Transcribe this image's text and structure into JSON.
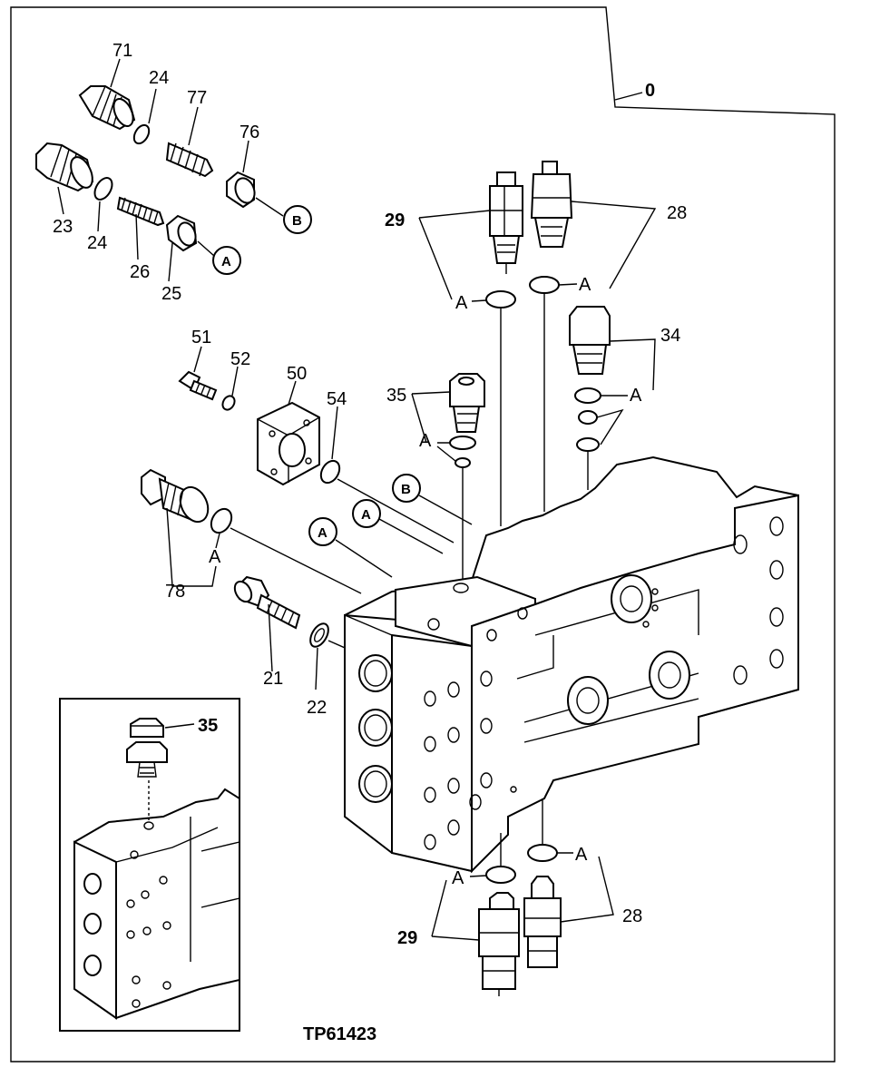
{
  "diagram": {
    "frame_label": "0",
    "figure_code": "TP61423",
    "seal_marker_label": "A",
    "callouts": {
      "p71": "71",
      "p24_top": "24",
      "p77": "77",
      "p76": "76",
      "p23": "23",
      "p24_low": "24",
      "p26": "26",
      "p25": "25",
      "p29_top": "29",
      "p28_top": "28",
      "p34": "34",
      "p51": "51",
      "p52": "52",
      "p50": "50",
      "p54": "54",
      "p35": "35",
      "p78": "78",
      "p21": "21",
      "p22": "22",
      "p29_bot": "29",
      "p28_bot": "28",
      "p35_inset": "35"
    },
    "circle_refs": {
      "ref_a1": "A",
      "ref_b1": "B",
      "ref_a2": "A",
      "ref_a3": "A",
      "ref_b2": "B"
    }
  }
}
